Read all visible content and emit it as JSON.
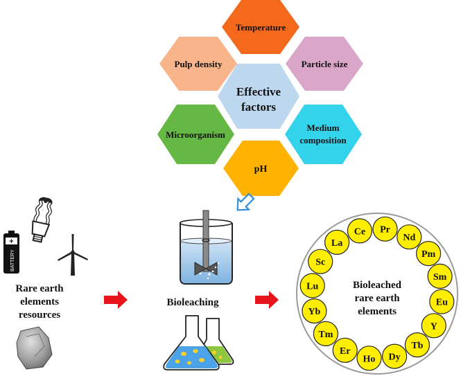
{
  "hexagons": {
    "center": {
      "label_line1": "Effective",
      "label_line2": "factors",
      "color": "#bdd7ee"
    },
    "top": {
      "label": "Temperature",
      "color": "#f4691c"
    },
    "upper_left": {
      "label": "Pulp density",
      "color": "#f8b48a"
    },
    "upper_right": {
      "label": "Particle size",
      "color": "#d9a5c8"
    },
    "lower_left": {
      "label": "Microorganism",
      "color": "#65b843"
    },
    "lower_right": {
      "label_line1": "Medium",
      "label_line2": "composition",
      "color": "#33d3ec"
    },
    "bottom": {
      "label": "pH",
      "color": "#ffb300"
    }
  },
  "resources": {
    "label_line1": "Rare earth",
    "label_line2": "elements",
    "label_line3": "resources",
    "battery_text": "BATTERY",
    "battery_plus": "+"
  },
  "process": {
    "label": "Bioleaching"
  },
  "result": {
    "label_line1": "Bioleached",
    "label_line2": "rare earth",
    "label_line3": "elements",
    "element_color": "#ffee00",
    "elements": [
      "Pr",
      "Nd",
      "Pm",
      "Sm",
      "Eu",
      "Y",
      "Tb",
      "Dy",
      "Ho",
      "Er",
      "Tm",
      "Yb",
      "Lu",
      "Sc",
      "La",
      "Ce"
    ]
  },
  "colors": {
    "arrow": "#e8141b",
    "pointer_arrow": "#2f8fd8"
  }
}
